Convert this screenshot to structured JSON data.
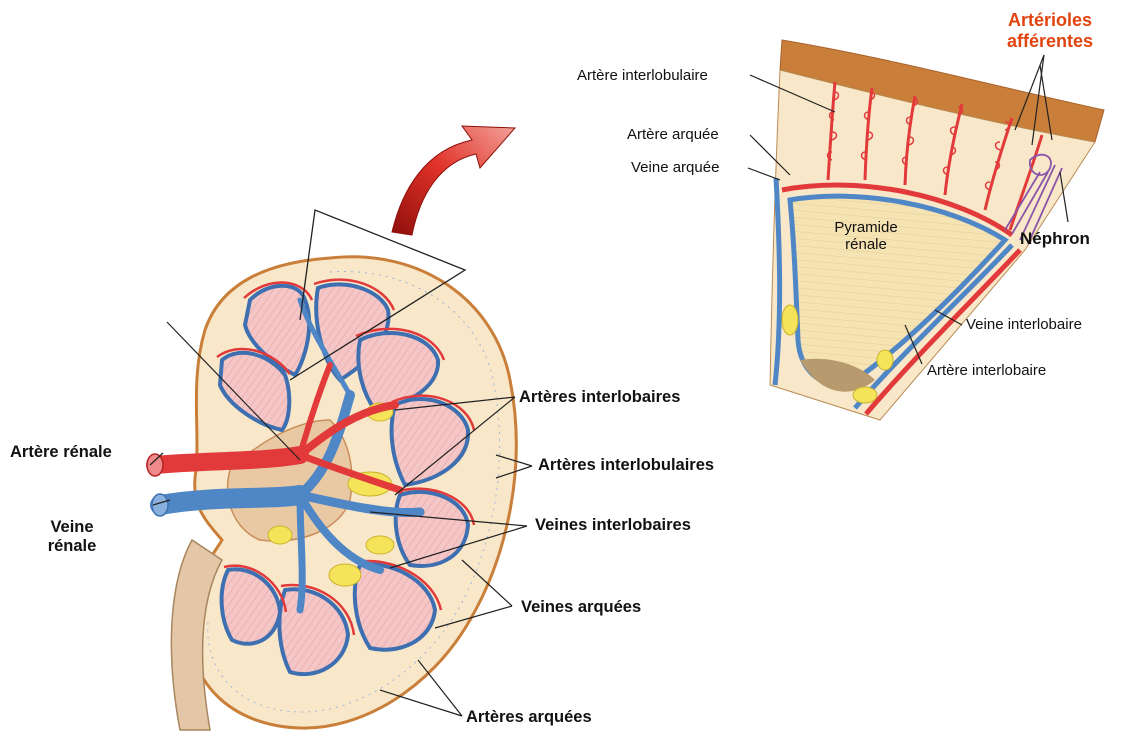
{
  "labels": {
    "arteres_interlobaires": "Artères interlobaires",
    "arteres_interlobulaires": "Artères interlobulaires",
    "veines_interlobaires": "Veines interlobaires",
    "veines_arquees": "Veines arquées",
    "arteres_arquees": "Artères arquées",
    "artere_renale": "Artère rénale",
    "veine_renale_1": "Veine",
    "veine_renale_2": "rénale",
    "artere_interlobulaire": "Artère interlobulaire",
    "artere_arquee": "Artère arquée",
    "veine_arquee": "Veine arquée",
    "arterioles_1": "Artérioles",
    "arterioles_2": "afférentes",
    "nephron": "Néphron",
    "pyramide_1": "Pyramide",
    "pyramide_2": "rénale",
    "veine_interlobaire": "Veine interlobaire",
    "artere_interlobaire": "Artère interlobaire"
  },
  "colors": {
    "artery": "#e23a3a",
    "vein": "#4f86c6",
    "accent_label": "#e2440f",
    "pyramid_kidney": "#f4c6c6",
    "pyramid_section": "#f6e3b4",
    "cortex": "#f8e7c9",
    "capsule": "#c97f3a",
    "fat": "#f5e45a",
    "arrow": "#d7261d"
  }
}
